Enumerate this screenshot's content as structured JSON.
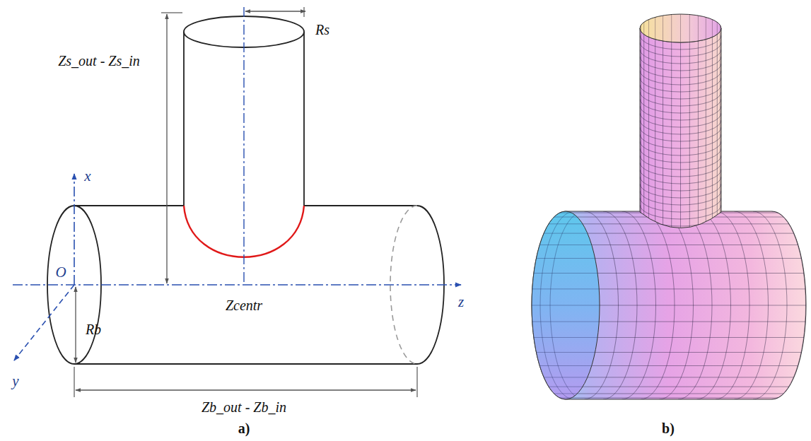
{
  "diagram": {
    "labels": [
      "Rs",
      "Zs_out - Zs_in",
      "x",
      "O",
      "y",
      "Rb",
      "Zcentr",
      "z",
      "Zb_out - Zb_in",
      "a)",
      "b)"
    ]
  }
}
